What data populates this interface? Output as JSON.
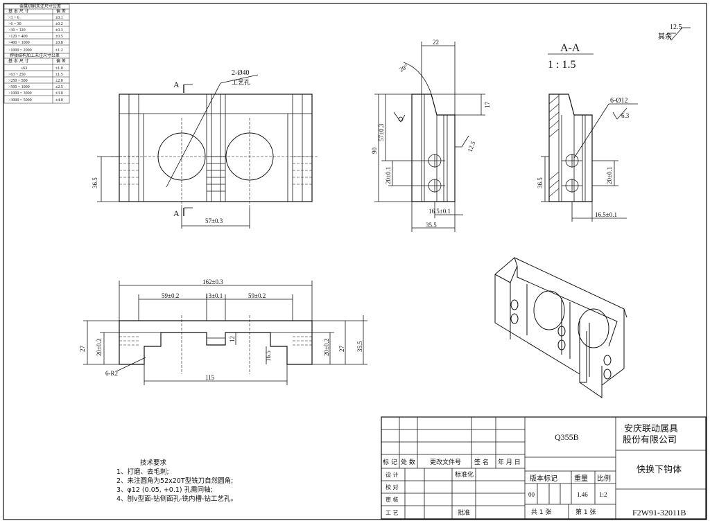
{
  "tolerance_table": {
    "title_metal": "金属切削未注尺寸公差",
    "header": [
      "基 本 尺 寸",
      "偏 差"
    ],
    "rows_metal": [
      [
        ">3 ~ 6",
        "±0.1"
      ],
      [
        ">6 ~ 30",
        "±0.2"
      ],
      [
        ">30 ~ 120",
        "±0.3"
      ],
      [
        ">120 ~ 400",
        "±0.5"
      ],
      [
        ">400 ~ 1000",
        "±0.8"
      ],
      [
        ">1000 ~ 2000",
        "±1.2"
      ]
    ],
    "title_weld": "焊接结构加工未注尺寸公差",
    "rows_weld": [
      [
        "≤63",
        "±1.0"
      ],
      [
        ">63 ~ 250",
        "±1.5"
      ],
      [
        ">250 ~ 500",
        "±2.0"
      ],
      [
        ">500 ~ 1000",
        "±2.5"
      ],
      [
        ">1000 ~ 3000",
        "±3.0"
      ],
      [
        ">3000 ~ 5000",
        "±4.0"
      ]
    ]
  },
  "roughness": {
    "value": "12.5",
    "label": "其余"
  },
  "section": {
    "title": "A-A",
    "scale": "1 : 1.5"
  },
  "front_view": {
    "section_mark": "A",
    "hole_note": "2-Ø40",
    "hole_note2": "工艺孔",
    "dim_height": "36.5",
    "dim_spacing": "57±0.3"
  },
  "side_view": {
    "dim_top": "22",
    "dim_angle": "20°",
    "dim_17": "17",
    "dim_90": "90",
    "dim_57": "57±0.3",
    "dim_20": "20±0.1",
    "dim_rough": "12.5",
    "dim_165": "16.5±0.1",
    "dim_355": "35.5"
  },
  "section_view": {
    "hole_note": "6-Ø12",
    "rough": "6.3",
    "dim_365": "36.5",
    "dim_20": "20±0.1",
    "dim_165": "16.5±0.1"
  },
  "top_view": {
    "dim_overall": "162±0.3",
    "dim_left": "59±0.2",
    "dim_mid": "13±0.1",
    "dim_right": "59±0.2",
    "dim_27_l": "27",
    "dim_20_l": "20±0.2",
    "dim_12": "12",
    "dim_165": "16.5",
    "dim_20_r": "20±0.2",
    "dim_27_r": "27",
    "dim_355": "35.5",
    "dim_r": "6-R2",
    "dim_115": "115"
  },
  "notes": {
    "title": "技术要求",
    "lines": [
      "1、打磨、去毛刺;",
      "2、未注圆角为52x20T型铣刀自然圆角;",
      "3、φ12 (0.05, +0.1) 孔需同轴;",
      "4、刨v型面-钻侧面孔-铣内槽-钻工艺孔。"
    ]
  },
  "title_block": {
    "material": "Q355B",
    "company": [
      "安庆联动属具",
      "股份有限公司"
    ],
    "part_name": "快换下钩体",
    "drawing_no": "F2W91-32011B",
    "rev_headers": [
      "标 记",
      "处 数",
      "更改文件号",
      "签 名",
      "年 月 日"
    ],
    "roles": [
      "设 计",
      "校 对",
      "审 核",
      "工 艺"
    ],
    "standardize": "标准化",
    "approve": "批准",
    "version_label": "版本标记",
    "weight_label": "重量",
    "scale_label": "比例",
    "version": "00",
    "weight": "1.46",
    "scale": "1:2",
    "sheets_total": "共 1 张",
    "sheet_no": "第 1 张"
  }
}
